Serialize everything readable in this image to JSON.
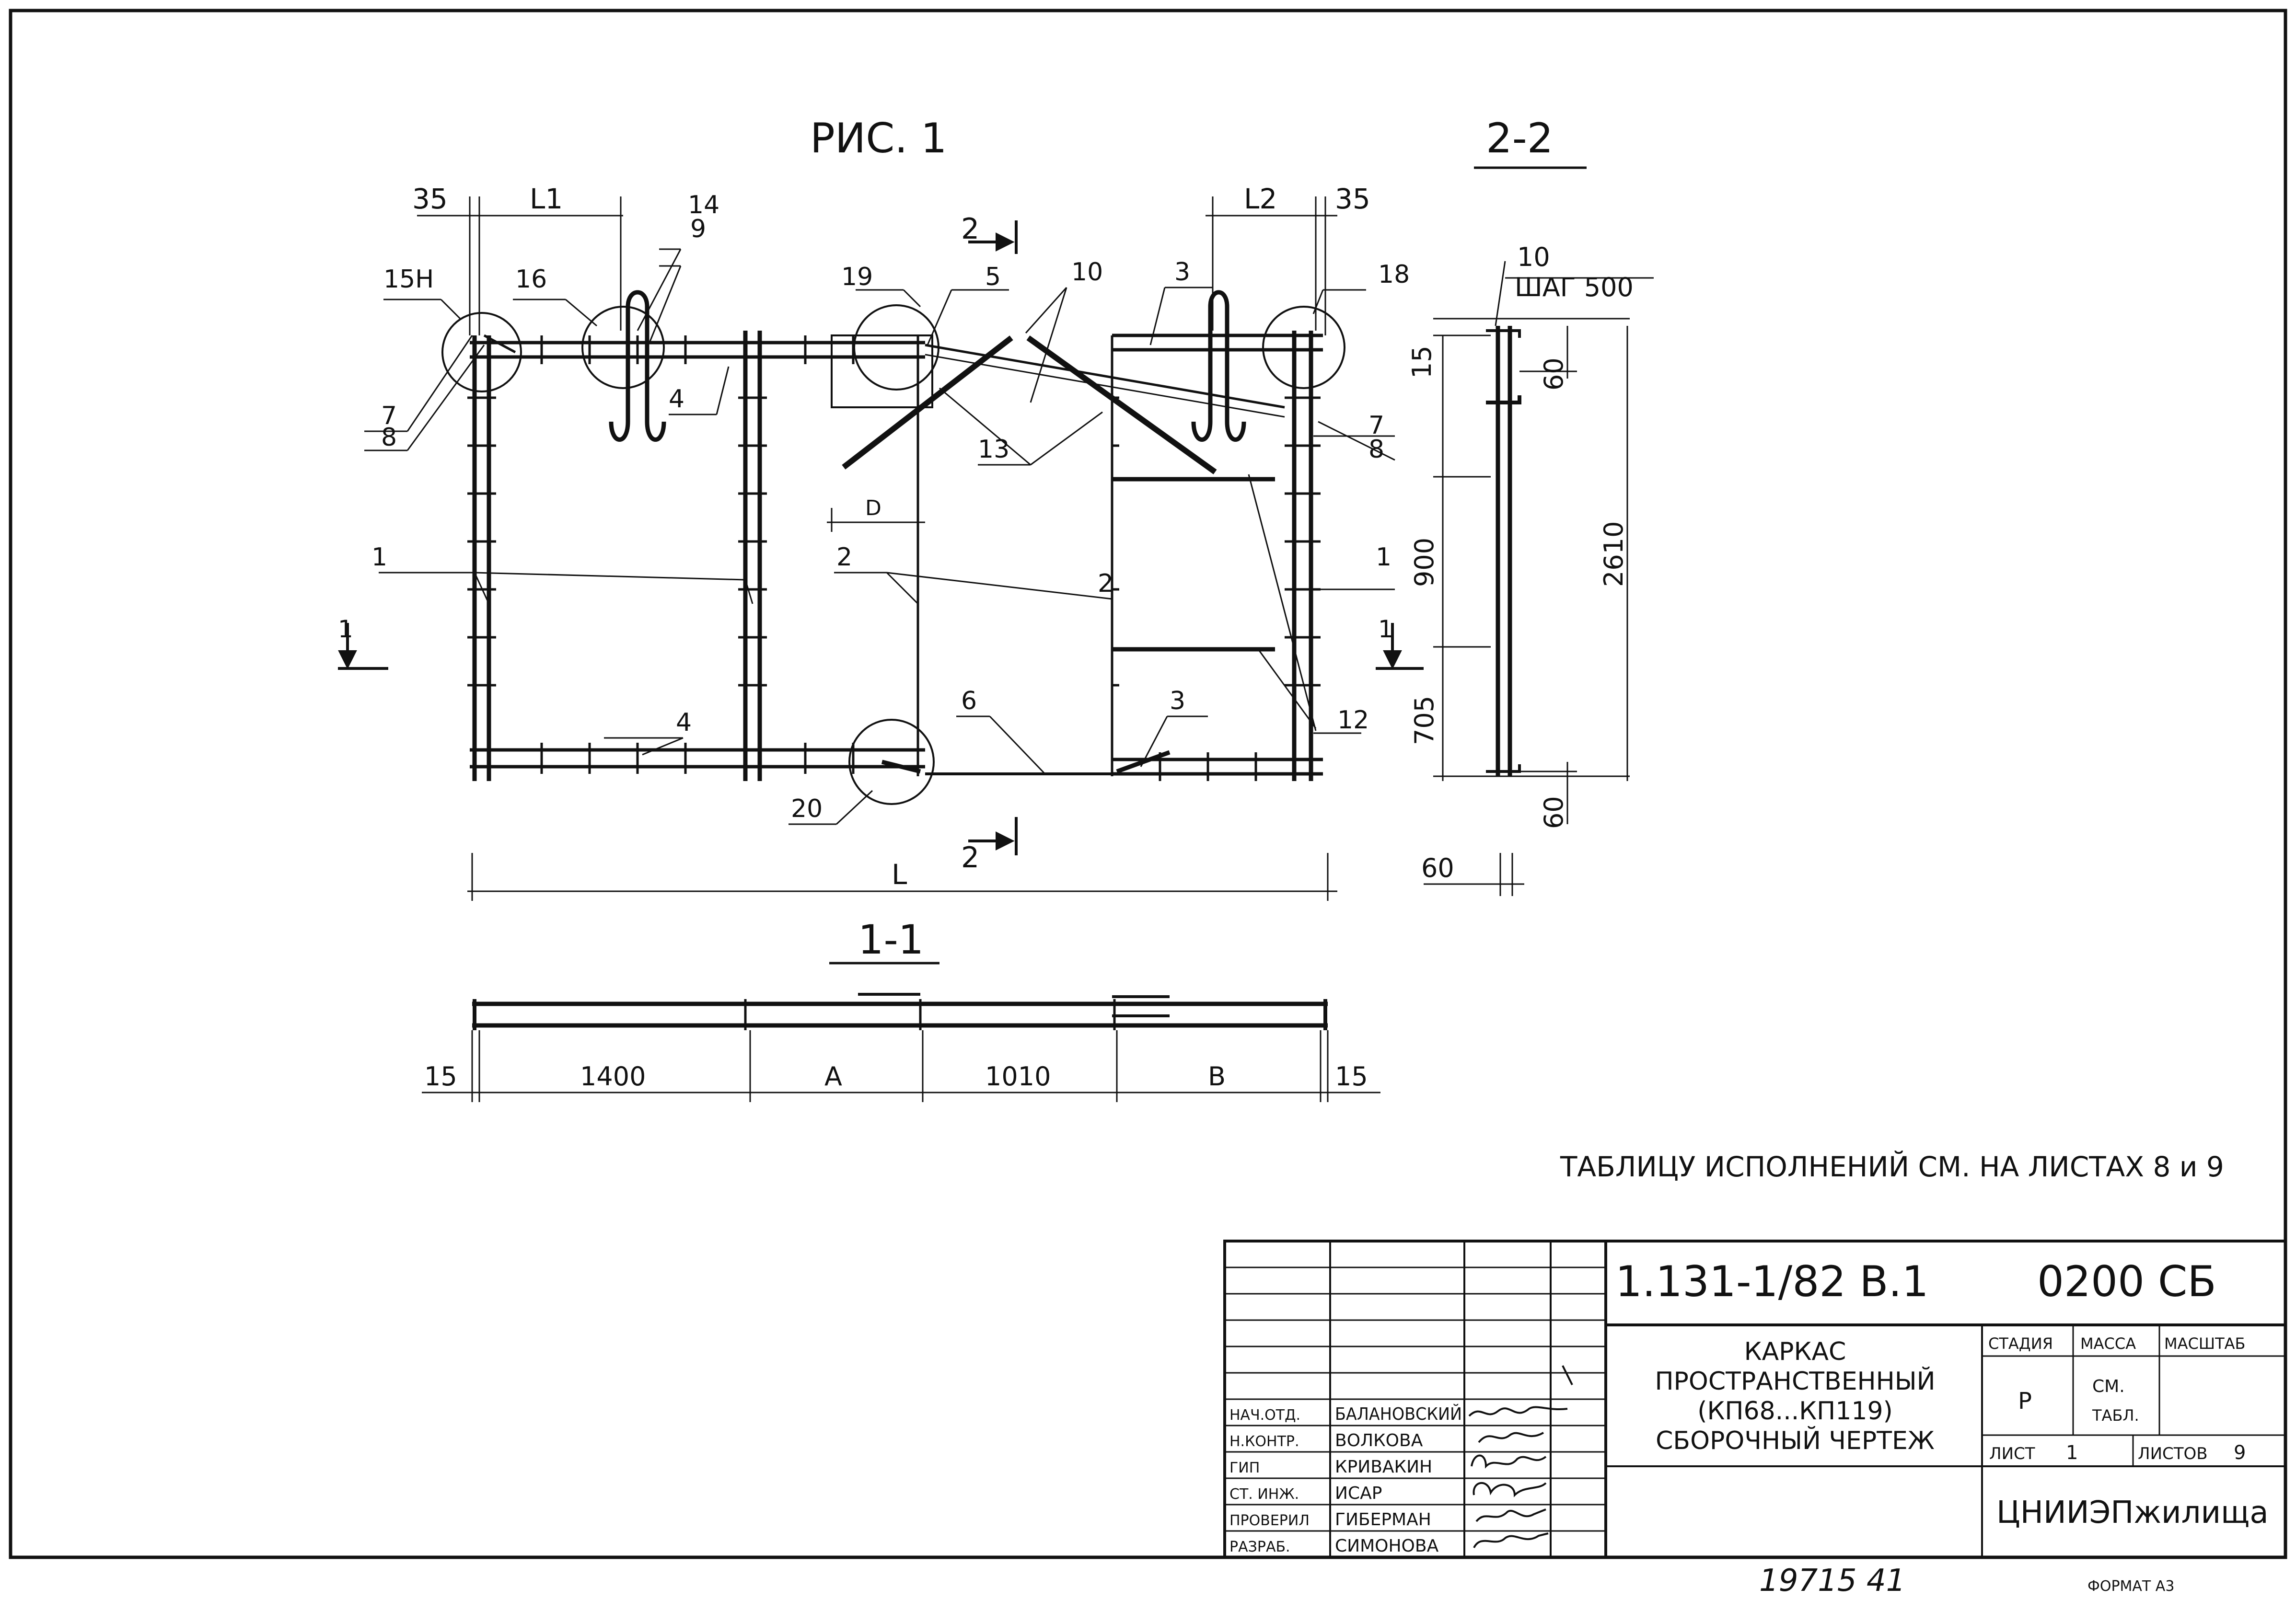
{
  "figure": {
    "title": "РИС. 1",
    "section_22_title": "2-2",
    "section_11_title": "1-1",
    "section_mark_1": "1",
    "section_mark_2": "2"
  },
  "callouts": [
    "1",
    "2",
    "3",
    "4",
    "5",
    "6",
    "7",
    "8",
    "9",
    "10",
    "12",
    "13",
    "14",
    "15Н",
    "16",
    "18",
    "19",
    "20"
  ],
  "dimensions_plan": {
    "edge_left": "35",
    "l1": "L1",
    "l2": "L2",
    "edge_right": "35",
    "d": "D",
    "total": "L"
  },
  "dimensions_section_11": [
    "15",
    "1400",
    "A",
    "1010",
    "B",
    "15"
  ],
  "dimensions_section_22": {
    "top_offset": "15",
    "top_gap": "60",
    "pitch_callout": "10",
    "pitch_label": "ШАГ 500",
    "spacing_900": "900",
    "spacing_705": "705",
    "total_height": "2610",
    "bottom_gap": "60",
    "width": "60"
  },
  "note": "ТАБЛИЦУ ИСПОЛНЕНИЙ СМ. НА ЛИСТАХ 8 и 9",
  "title_block": {
    "code": "1.131-1/82 В.1",
    "doc_number": "0200 СБ",
    "name_lines": [
      "КАРКАС",
      "ПРОСТРАНСТВЕННЫЙ",
      "(КП68...КП119)",
      "СБОРОЧНЫЙ ЧЕРТЕЖ"
    ],
    "stage_header": "СТАДИЯ",
    "mass_header": "МАССА",
    "scale_header": "МАСШТАБ",
    "stage": "Р",
    "mass_lines": [
      "СМ.",
      "ТАБЛ."
    ],
    "sheet_label": "ЛИСТ",
    "sheet_no": "1",
    "sheets_label": "ЛИСТОВ",
    "sheets_total": "9",
    "organization": "ЦНИИЭПжилища",
    "roles": [
      {
        "role": "НАЧ.ОТД.",
        "name": "БАЛАНОВСКИЙ"
      },
      {
        "role": "Н.КОНТР.",
        "name": "ВОЛКОВА"
      },
      {
        "role": "ГИП",
        "name": "КРИВАКИН"
      },
      {
        "role": "СТ. ИНЖ.",
        "name": "ИСАР"
      },
      {
        "role": "ПРОВЕРИЛ",
        "name": "ГИБЕРМАН"
      },
      {
        "role": "РАЗРАБ.",
        "name": "СИМОНОВА"
      }
    ]
  },
  "footer": {
    "inventory": "19715 41",
    "format": "ФОРМАТ А3"
  }
}
